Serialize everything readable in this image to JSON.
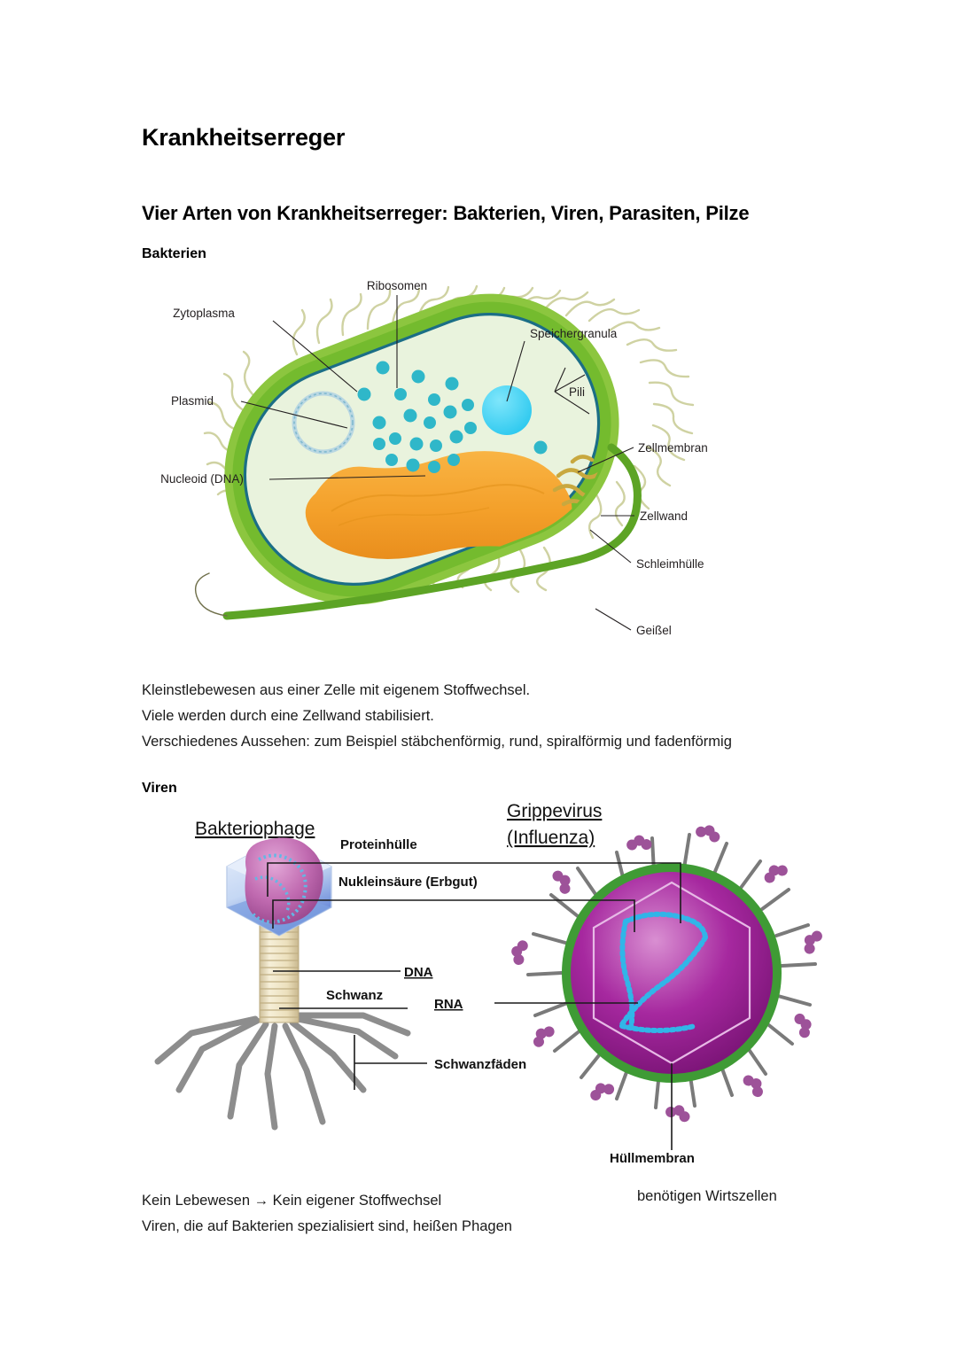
{
  "document": {
    "title": "Krankheitserreger",
    "subtitle": "Vier Arten von Krankheitserreger: Bakterien, Viren, Parasiten, Pilze"
  },
  "sections": {
    "bacteria": {
      "heading": "Bakterien",
      "figure_labels": {
        "zytoplasma": "Zytoplasma",
        "plasmid": "Plasmid",
        "nucleoid": "Nucleoid (DNA)",
        "ribosomen": "Ribosomen",
        "speichergranula": "Speichergranula",
        "pili": "Pili",
        "zellmembran": "Zellmembran",
        "zellwand": "Zellwand",
        "schleimhuelle": "Schleimhülle",
        "geissel": "Geißel"
      },
      "body": [
        "Kleinstlebewesen aus einer Zelle mit eigenem Stoffwechsel.",
        "Viele werden durch eine Zellwand stabilisiert.",
        "Verschiedenes Aussehen: zum Beispiel stäbchenförmig, rund, spiralförmig und fadenförmig"
      ]
    },
    "viruses": {
      "heading": "Viren",
      "figure_labels": {
        "bakteriophage": "Bakteriophage",
        "grippevirus_line1": "Grippevirus",
        "grippevirus_line2": "(Influenza)",
        "proteinhuelle": "Proteinhülle",
        "nukleinsaeure": "Nukleinsäure (Erbgut)",
        "dna": "DNA",
        "rna": "RNA",
        "schwanz": "Schwanz",
        "schwanzfaeden": "Schwanzfäden",
        "huellmembran": "Hüllmembran"
      },
      "body": [
        "Kein Lebewesen → Kein eigener Stoffwechsel",
        "Viren, die auf Bakterien spezialisiert sind, heißen Phagen"
      ],
      "body_right": "benötigen Wirtszellen"
    }
  },
  "colors": {
    "page_background": "#ffffff",
    "text": "#000000",
    "cell_wall_green": "#7dc242",
    "slime_layer_green": "#8cc63f",
    "flagellum_green": "#4f9a23",
    "cytoplasm_fill": "#e8f2dd",
    "membrane_teal": "#1b6e86",
    "ribosome_teal": "#2fb7c9",
    "granule_cyan": "#3fd5f2",
    "nucleoid_orange": "#f5a22b",
    "pili_khaki": "#cfd2a2",
    "phage_capsid_blue": "#a9c7ef",
    "phage_head_magenta": "#c06ab0",
    "phage_tail_cream": "#efe3c0",
    "phage_fiber_grey": "#8a8a8a",
    "influenza_envelope_green": "#3f9b35",
    "influenza_body_purple": "#a02a9e",
    "influenza_spike_grey": "#7a7a7a",
    "influenza_knob_purple": "#8e4a8c",
    "rna_blue": "#31b5e8"
  }
}
